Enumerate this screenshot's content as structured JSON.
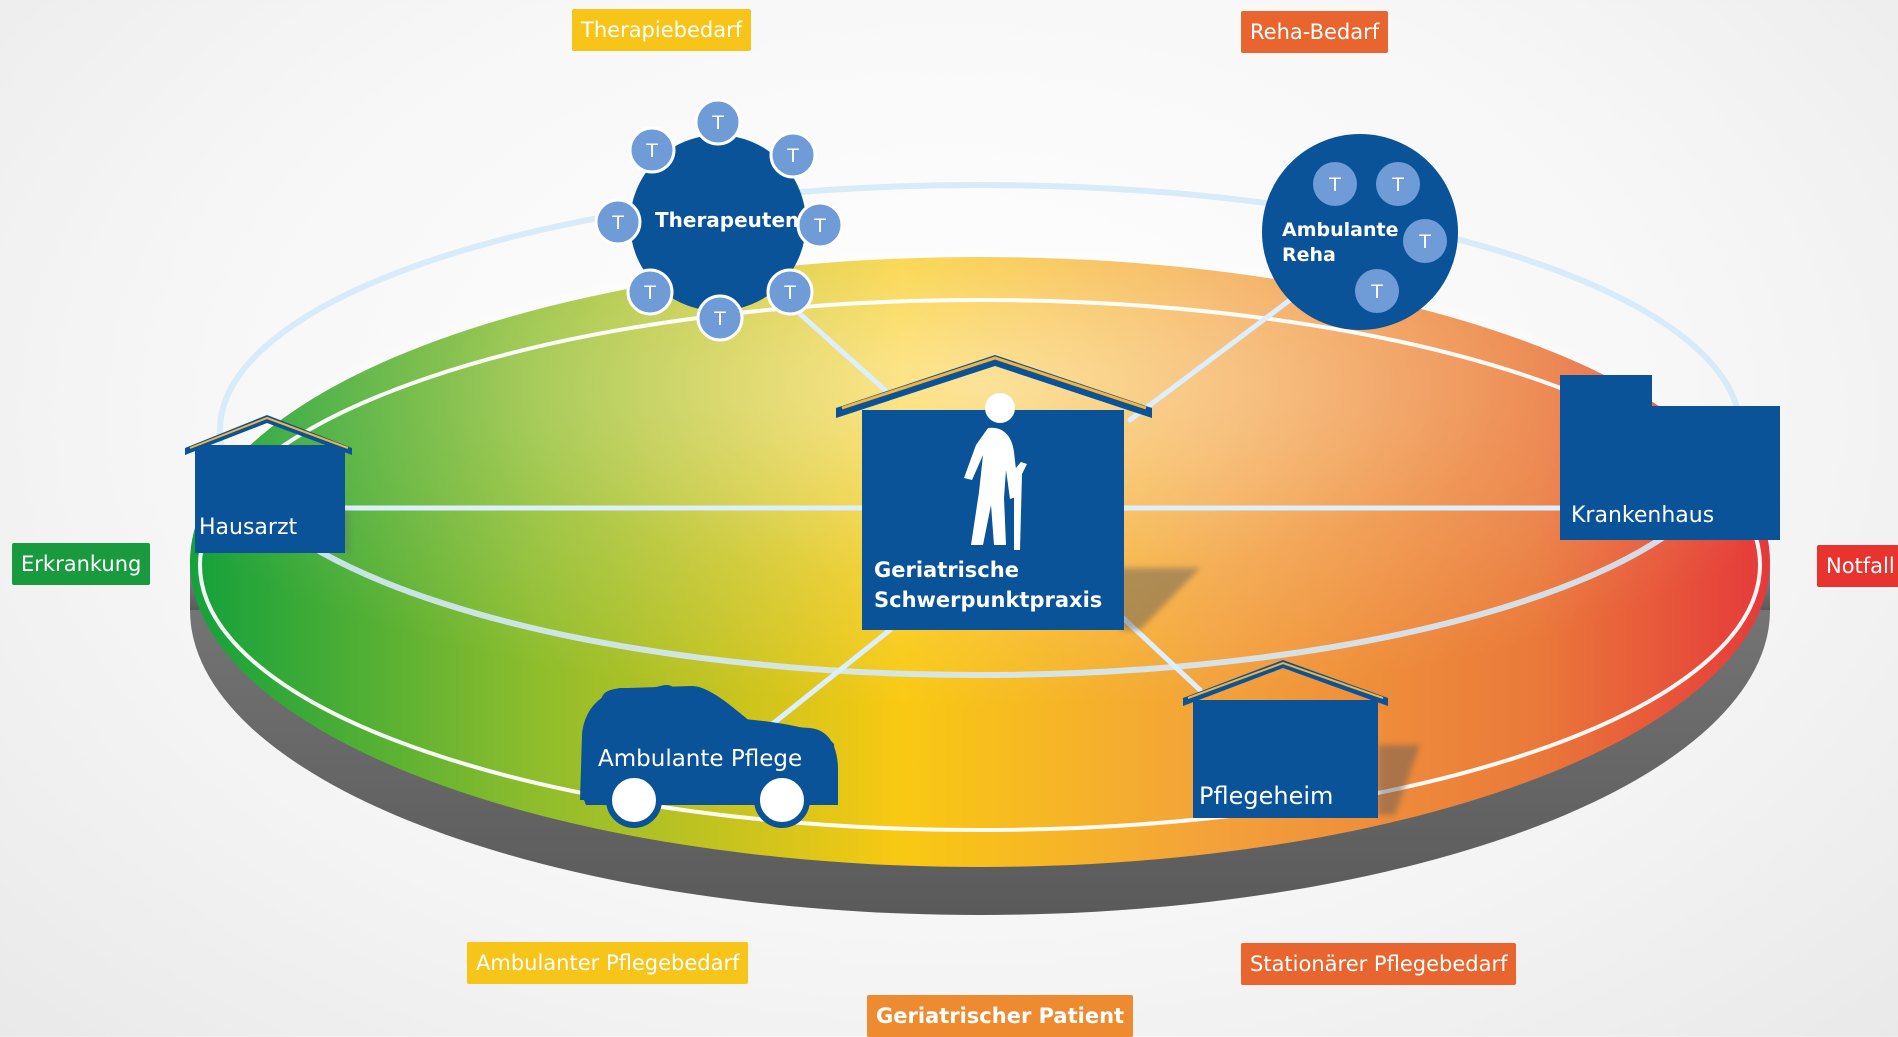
{
  "colors": {
    "blue": "#0a5398",
    "light_blue": "#6f9bd6",
    "green": "#1a9a3f",
    "yellow": "#f7c41a",
    "orange": "#ee8a2f",
    "red": "#e8332f",
    "connector": "#d8edf8"
  },
  "tags": {
    "therapiebedarf": "Therapiebedarf",
    "reha_bedarf": "Reha-Bedarf",
    "erkrankung": "Erkrankung",
    "notfall": "Notfall",
    "ambulanter_pflegebedarf": "Ambulanter Pflegebedarf",
    "stationaerer_pflegebedarf": "Stationärer Pflegebedarf",
    "geriatrischer_patient": "Geriatrischer Patient"
  },
  "nodes": {
    "therapeuten": "Therapeuten",
    "ambulante_reha_line1": "Ambulante",
    "ambulante_reha_line2": "Reha",
    "therapist_marker": "T",
    "hausarzt": "Hausarzt",
    "krankenhaus": "Krankenhaus",
    "ambulante_pflege": "Ambulante Pflege",
    "pflegeheim": "Pflegeheim",
    "center_line1": "Geriatrische",
    "center_line2": "Schwerpunktpraxis"
  },
  "icons": {
    "center": "elderly-person-with-cane-icon",
    "car": "car-icon",
    "houses": "house-icon",
    "hospital": "hospital-building-icon"
  }
}
